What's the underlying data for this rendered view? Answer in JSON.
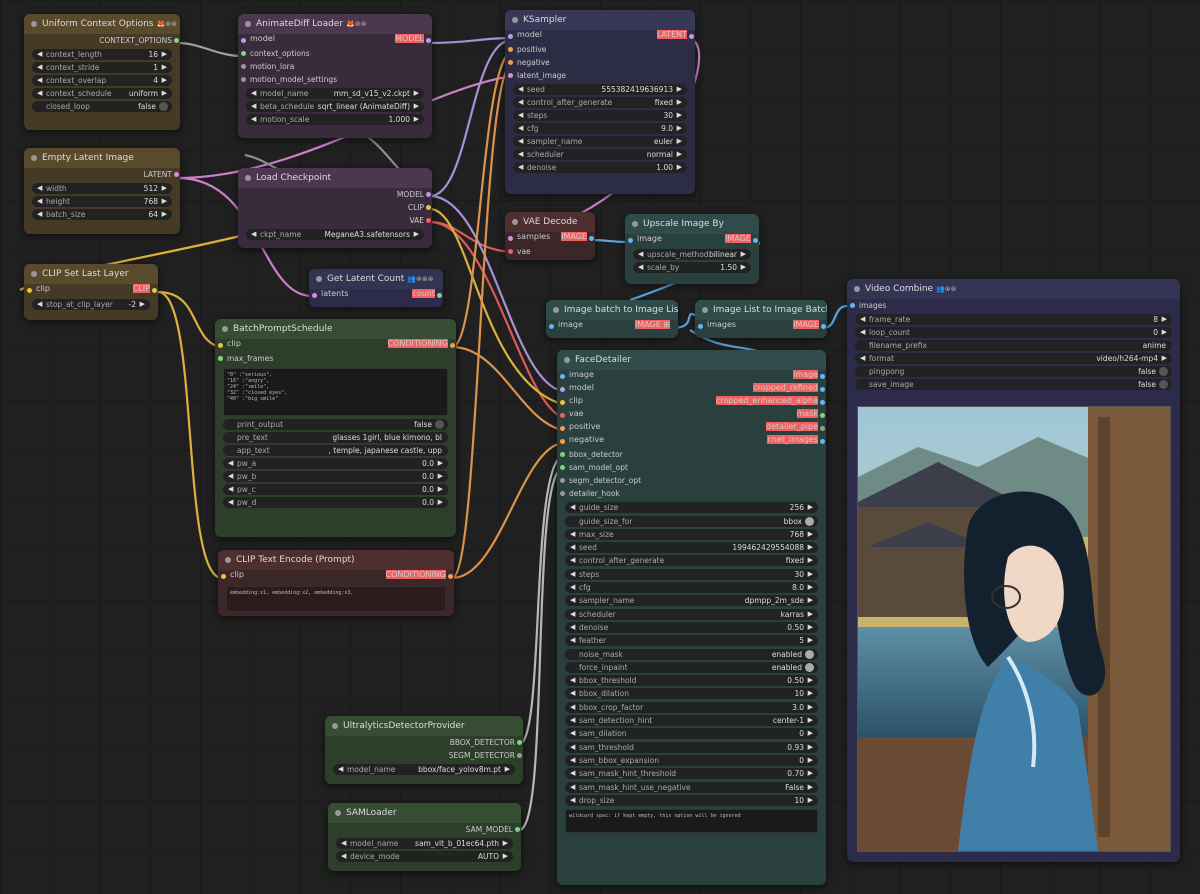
{
  "nodes": {
    "uniform": {
      "title": "Uniform Context Options",
      "badge": "🦊⊗⊗",
      "output": "CONTEXT_OPTIONS",
      "widgets": [
        [
          "context_length",
          "16"
        ],
        [
          "context_stride",
          "1"
        ],
        [
          "context_overlap",
          "4"
        ],
        [
          "context_schedule",
          "uniform"
        ]
      ],
      "toggle": [
        "closed_loop",
        "false"
      ]
    },
    "animatediff": {
      "title": "AnimateDiff Loader",
      "badge": "🦊⊗⊗",
      "inputs": [
        "model",
        "context_options",
        "motion_lora",
        "motion_model_settings"
      ],
      "output": "MODEL",
      "widgets": [
        [
          "model_name",
          "mm_sd_v15_v2.ckpt"
        ],
        [
          "beta_schedule",
          "sqrt_linear (AnimateDiff)"
        ],
        [
          "motion_scale",
          "1.000"
        ]
      ]
    },
    "ksampler": {
      "title": "KSampler",
      "inputs": [
        "model",
        "positive",
        "negative",
        "latent_image"
      ],
      "output": "LATENT",
      "widgets": [
        [
          "seed",
          "555382419636913"
        ],
        [
          "control_after_generate",
          "fixed"
        ],
        [
          "steps",
          "30"
        ],
        [
          "cfg",
          "9.0"
        ],
        [
          "sampler_name",
          "euler"
        ],
        [
          "scheduler",
          "normal"
        ],
        [
          "denoise",
          "1.00"
        ]
      ]
    },
    "emptylatent": {
      "title": "Empty Latent Image",
      "output": "LATENT",
      "widgets": [
        [
          "width",
          "512"
        ],
        [
          "height",
          "768"
        ],
        [
          "batch_size",
          "64"
        ]
      ]
    },
    "loadckpt": {
      "title": "Load Checkpoint",
      "outputs": [
        "MODEL",
        "CLIP",
        "VAE"
      ],
      "widgets": [
        [
          "ckpt_name",
          "MeganeA3.safetensors"
        ]
      ]
    },
    "vaedecode": {
      "title": "VAE Decode",
      "inputs": [
        "samples",
        "vae"
      ],
      "output": "IMAGE"
    },
    "upscale": {
      "title": "Upscale Image By",
      "input": "image",
      "output": "IMAGE",
      "widgets": [
        [
          "upscale_method",
          "bilinear"
        ],
        [
          "scale_by",
          "1.50"
        ]
      ]
    },
    "cliplast": {
      "title": "CLIP Set Last Layer",
      "input": "clip",
      "output": "CLIP",
      "widgets": [
        [
          "stop_at_clip_layer",
          "-2"
        ]
      ]
    },
    "getlatent": {
      "title": "Get Latent Count",
      "badge": "👥⊗⊗⊗",
      "input": "latents",
      "output": "count"
    },
    "batchprompt": {
      "title": "BatchPromptSchedule",
      "inputs": [
        "clip",
        "max_frames"
      ],
      "output": "CONDITIONING",
      "text": "\"0\" :\"serious\",\n\"16\" :\"angry\",\n\"24\" :\"smile\",\n\"32\" :\"closed eyes\",\n\"40\" :\"big smile\"",
      "toggle": [
        "print_output",
        "false"
      ],
      "plain": [
        [
          "pre_text",
          "glasses 1girl, blue kimono, bl"
        ],
        [
          "app_text",
          ", temple, japanese castle, upp"
        ]
      ],
      "widgets": [
        [
          "pw_a",
          "0.0"
        ],
        [
          "pw_b",
          "0.0"
        ],
        [
          "pw_c",
          "0.0"
        ],
        [
          "pw_d",
          "0.0"
        ]
      ]
    },
    "cliptext": {
      "title": "CLIP Text Encode (Prompt)",
      "input": "clip",
      "output": "CONDITIONING",
      "text": "embedding:x1, embedding:x2, embedding:x3,"
    },
    "batch2list": {
      "title": "Image batch to Image List",
      "input": "image",
      "output": "IMAGE ⊞"
    },
    "list2batch": {
      "title": "Image List to Image Batch",
      "input": "images",
      "output": "IMAGE"
    },
    "videocombine": {
      "title": "Video Combine",
      "badge": "👥⊗⊗",
      "input": "images",
      "widgets": [
        [
          "frame_rate",
          "8"
        ],
        [
          "loop_count",
          "0"
        ]
      ],
      "plain": [
        [
          "filename_prefix",
          "anime"
        ]
      ],
      "format": [
        "format",
        "video/h264-mp4"
      ],
      "toggles": [
        [
          "pingpong",
          "false"
        ],
        [
          "save_image",
          "false"
        ]
      ]
    },
    "facedetailer": {
      "title": "FaceDetailer",
      "inputs": [
        "image",
        "model",
        "clip",
        "vae",
        "positive",
        "negative",
        "bbox_detector",
        "sam_model_opt",
        "segm_detector_opt",
        "detailer_hook"
      ],
      "outputs": [
        "image",
        "cropped_refined",
        "cropped_enhanced_alpha",
        "mask",
        "detailer_pipe",
        "cnet_images"
      ],
      "widgets": [
        [
          "guide_size",
          "256",
          "a"
        ],
        [
          "guide_size_for",
          "bbox",
          "t"
        ],
        [
          "max_size",
          "768",
          "a"
        ],
        [
          "seed",
          "199462429554088",
          "a"
        ],
        [
          "control_after_generate",
          "fixed",
          "a"
        ],
        [
          "steps",
          "30",
          "a"
        ],
        [
          "cfg",
          "8.0",
          "a"
        ],
        [
          "sampler_name",
          "dpmpp_2m_sde",
          "a"
        ],
        [
          "scheduler",
          "karras",
          "a"
        ],
        [
          "denoise",
          "0.50",
          "a"
        ],
        [
          "feather",
          "5",
          "a"
        ],
        [
          "noise_mask",
          "enabled",
          "t"
        ],
        [
          "force_inpaint",
          "enabled",
          "t"
        ],
        [
          "bbox_threshold",
          "0.50",
          "a"
        ],
        [
          "bbox_dilation",
          "10",
          "a"
        ],
        [
          "bbox_crop_factor",
          "3.0",
          "a"
        ],
        [
          "sam_detection_hint",
          "center-1",
          "a"
        ],
        [
          "sam_dilation",
          "0",
          "a"
        ],
        [
          "sam_threshold",
          "0.93",
          "a"
        ],
        [
          "sam_bbox_expansion",
          "0",
          "a"
        ],
        [
          "sam_mask_hint_threshold",
          "0.70",
          "a"
        ],
        [
          "sam_mask_hint_use_negative",
          "False",
          "a"
        ],
        [
          "drop_size",
          "10",
          "a"
        ]
      ],
      "note": "wildcard spec: if kept empty, this option will be ignored"
    },
    "ultralytics": {
      "title": "UltralyticsDetectorProvider",
      "outputs": [
        "BBOX_DETECTOR",
        "SEGM_DETECTOR"
      ],
      "widgets": [
        [
          "model_name",
          "bbox/face_yolov8m.pt"
        ]
      ]
    },
    "samloader": {
      "title": "SAMLoader",
      "output": "SAM_MODEL",
      "widgets": [
        [
          "model_name",
          "sam_vit_b_01ec64.pth"
        ],
        [
          "device_mode",
          "AUTO"
        ]
      ]
    }
  }
}
